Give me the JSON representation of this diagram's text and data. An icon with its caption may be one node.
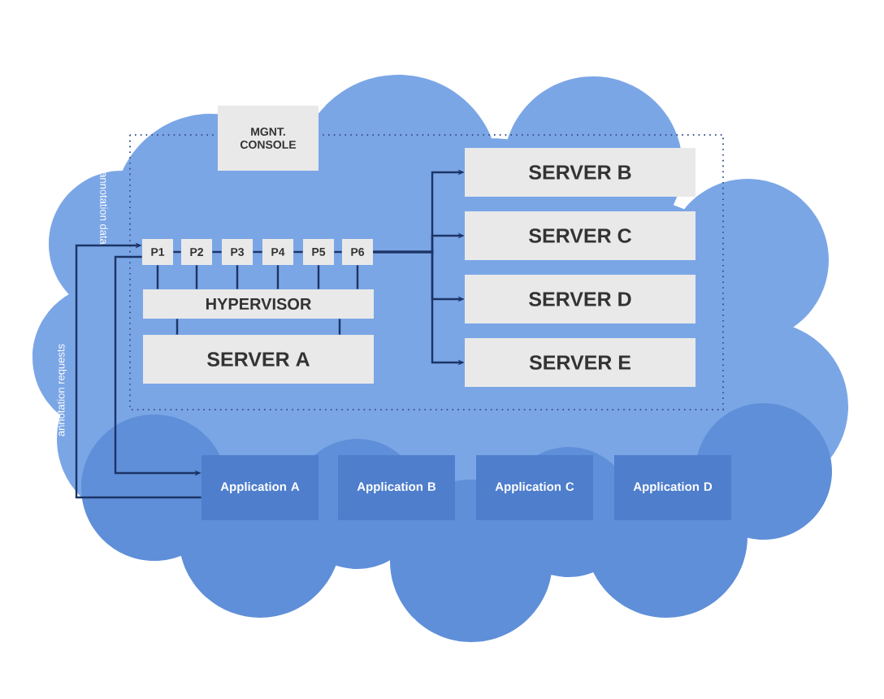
{
  "diagram": {
    "nodes": [
      {
        "text": [
          "MGNT. CONSOLE"
        ]
      },
      {
        "text": [
          "P1"
        ]
      },
      {
        "text": [
          "P2"
        ]
      },
      {
        "text": [
          "P3"
        ]
      },
      {
        "text": [
          "P4"
        ]
      },
      {
        "text": [
          "P5"
        ]
      },
      {
        "text": [
          "P6"
        ]
      },
      {
        "text": [
          "HYPERVISOR"
        ]
      },
      {
        "text": [
          "SERVER A"
        ]
      },
      {
        "text": [
          "SERVER B"
        ]
      },
      {
        "text": [
          "SERVER C"
        ]
      },
      {
        "text": [
          "SERVER D"
        ]
      },
      {
        "text": [
          "SERVER E"
        ]
      },
      {
        "text": [
          "Application A"
        ]
      },
      {
        "text": [
          "Application B"
        ]
      },
      {
        "text": [
          "Application C"
        ]
      },
      {
        "text": [
          "Application D"
        ]
      }
    ],
    "edges": [
      {
        "from": 1,
        "to": 2,
        "arrow": "none"
      },
      {
        "from": 2,
        "to": 3,
        "arrow": "none"
      },
      {
        "from": 3,
        "to": 4,
        "arrow": "none"
      },
      {
        "from": 4,
        "to": 5,
        "arrow": "none"
      },
      {
        "from": 5,
        "to": 6,
        "arrow": "none"
      },
      {
        "from": 1,
        "to": 7,
        "arrow": "none"
      },
      {
        "from": 2,
        "to": 7,
        "arrow": "none"
      },
      {
        "from": 3,
        "to": 7,
        "arrow": "none"
      },
      {
        "from": 4,
        "to": 7,
        "arrow": "none"
      },
      {
        "from": 5,
        "to": 7,
        "arrow": "none"
      },
      {
        "from": 6,
        "to": 7,
        "arrow": "none"
      },
      {
        "from": 7,
        "to": 8,
        "arrow": "none"
      },
      {
        "from": 7,
        "to": 8,
        "arrow": "none"
      },
      {
        "from": 6,
        "to": 9,
        "arrow": "to"
      },
      {
        "from": 6,
        "to": 10,
        "arrow": "to"
      },
      {
        "from": 6,
        "to": 11,
        "arrow": "to"
      },
      {
        "from": 6,
        "to": 12,
        "arrow": "to"
      },
      {
        "from": 13,
        "to": 1,
        "arrow": "to",
        "label": "annotation requests"
      },
      {
        "from": 1,
        "to": 13,
        "arrow": "to",
        "label": "annotation data"
      }
    ]
  }
}
